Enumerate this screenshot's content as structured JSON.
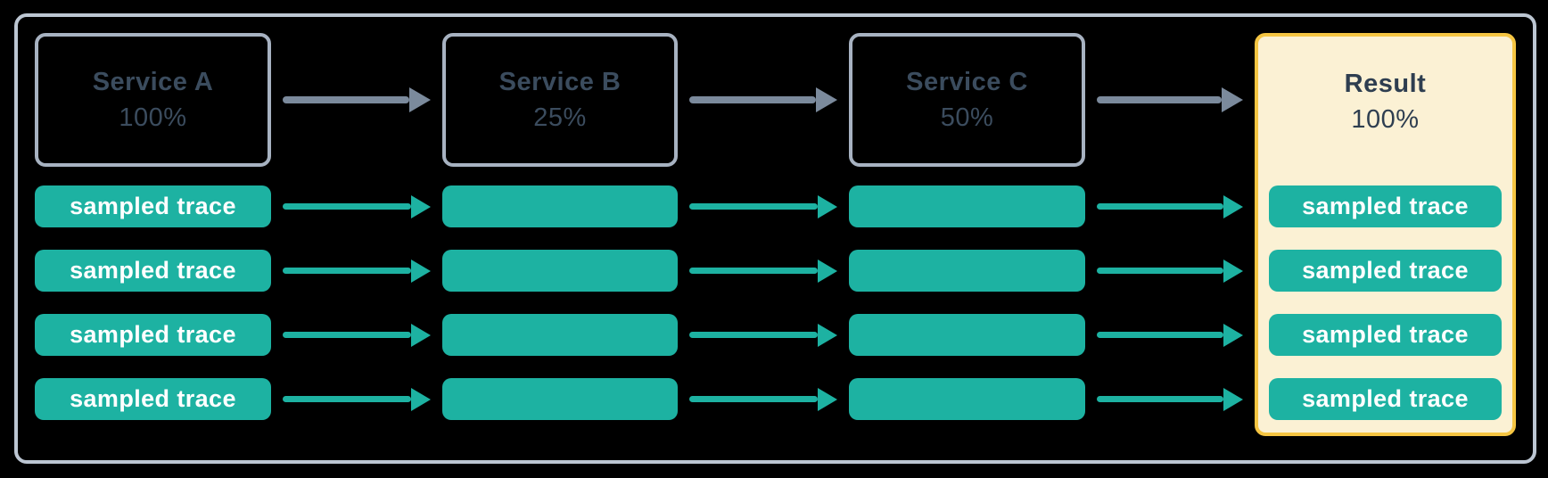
{
  "diagram": {
    "trace_label": "sampled trace",
    "services": [
      {
        "title": "Service A",
        "percent": "100%"
      },
      {
        "title": "Service B",
        "percent": "25%"
      },
      {
        "title": "Service C",
        "percent": "50%"
      }
    ],
    "result": {
      "title": "Result",
      "percent": "100%"
    },
    "trace_rows": 4
  },
  "palette": {
    "background": "#000000",
    "frame-border": "#bcc6d2",
    "box-border": "#a7b2c1",
    "header-text": "#3b4c5e",
    "teal": "#1db2a2",
    "arrow-gray": "#7b8a9c",
    "result-border": "#f5c542",
    "result-bg": "#fbf1d4",
    "result-text": "#2e3e50",
    "pill-text": "#ffffff"
  }
}
